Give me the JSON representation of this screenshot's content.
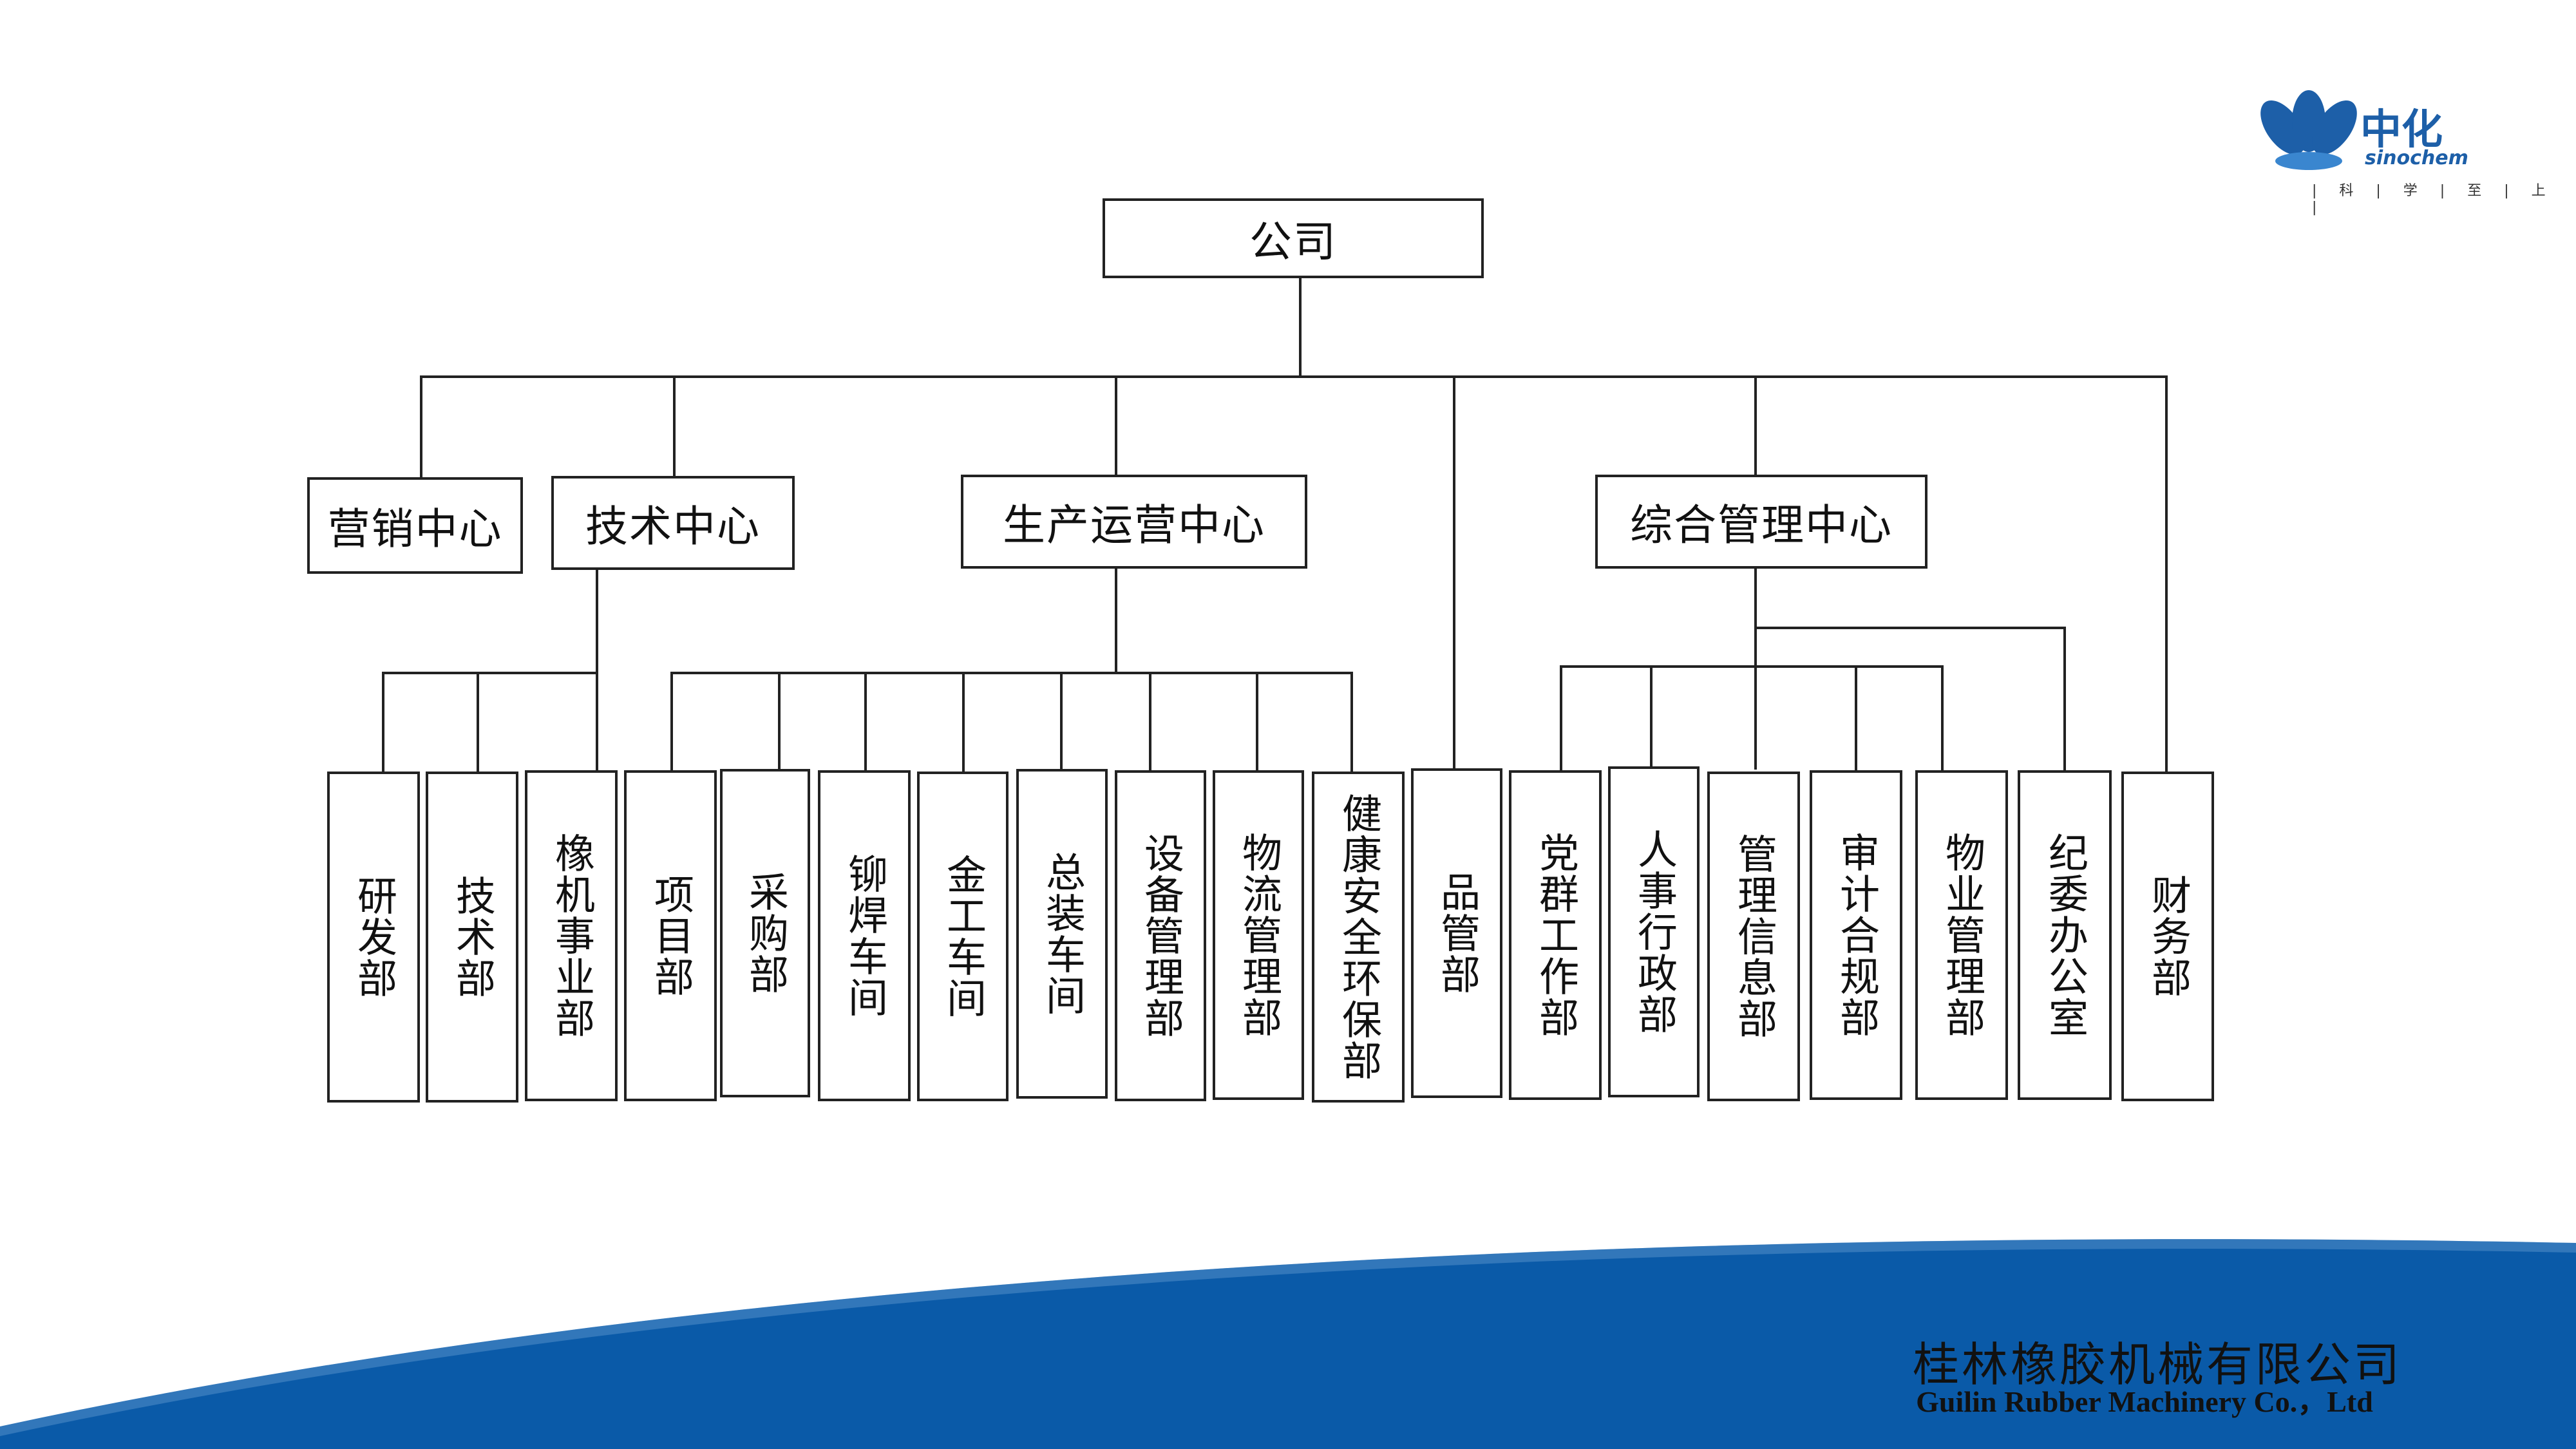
{
  "logo": {
    "brand_cn": "中化",
    "brand_en": "sinochem",
    "tagline": "| 科 | 学 | 至 | 上 |",
    "color": "#1d5fa8"
  },
  "company": "公司",
  "centers": {
    "marketing": "营销中心",
    "tech": "技术中心",
    "production": "生产运营中心",
    "general": "综合管理中心"
  },
  "departments": {
    "rd": "研发部",
    "tech": "技术部",
    "rubber": "橡机事业部",
    "project": "项目部",
    "purchase": "采购部",
    "rivet": "铆焊车间",
    "metal": "金工车间",
    "assembly": "总装车间",
    "equipment": "设备管理部",
    "logistics": "物流管理部",
    "hse": "健康安全环保部",
    "quality": "品管部",
    "party": "党群工作部",
    "hr": "人事行政部",
    "info": "管理信息部",
    "audit": "审计合规部",
    "property": "物业管理部",
    "discipline": "纪委办公室",
    "finance": "财务部"
  },
  "footer": {
    "name_cn": "桂林橡胶机械有限公司",
    "name_en": "Guilin Rubber Machinery  Co.，Ltd",
    "wave_color": "#0a5aa8"
  }
}
